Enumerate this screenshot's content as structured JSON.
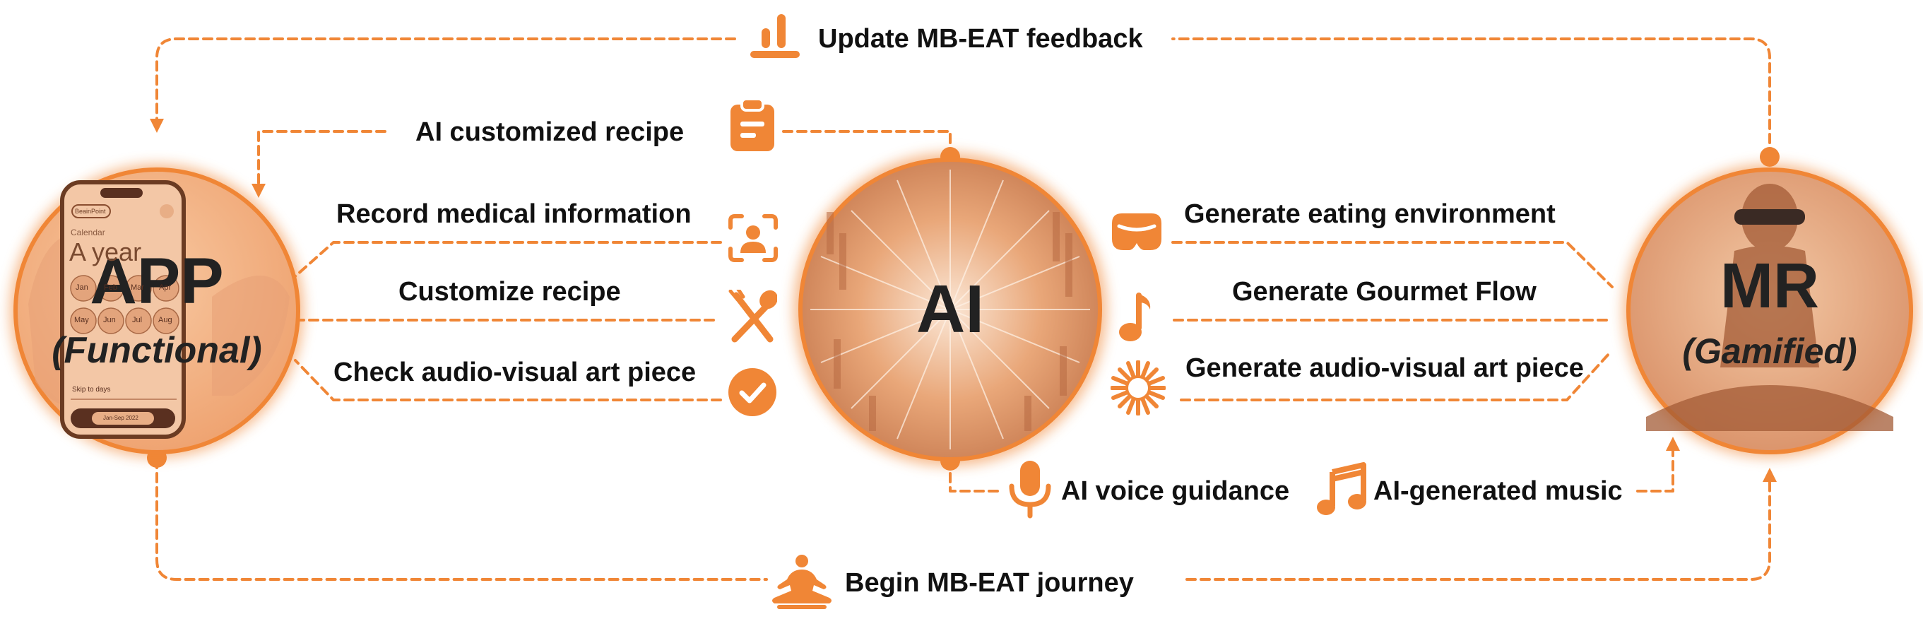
{
  "accent": "#F08636",
  "nodes": {
    "app": {
      "title": "APP",
      "subtitle": "(Functional)"
    },
    "ai": {
      "title": "AI"
    },
    "mr": {
      "title": "MR",
      "subtitle": "(Gamified)"
    }
  },
  "phone": {
    "brand": "BeainPoint",
    "section": "Calendar",
    "heading": "A year",
    "months": [
      "Jan",
      "Feb",
      "Mar",
      "Apr",
      "May",
      "Jun",
      "Jul",
      "Aug"
    ],
    "skip": "Skip to days",
    "range": "Jan-Sep 2022"
  },
  "flows": {
    "update_feedback": "Update MB-EAT feedback",
    "ai_recipe": "AI customized recipe",
    "record_medical": "Record medical information",
    "customize_recipe": "Customize recipe",
    "check_art": "Check audio-visual art piece",
    "gen_environment": "Generate eating environment",
    "gen_gourmet": "Generate Gourmet Flow",
    "gen_art": "Generate audio-visual art piece",
    "voice_guidance": "AI voice guidance",
    "ai_music": "AI-generated music",
    "begin_journey": "Begin MB-EAT journey"
  },
  "icons": {
    "update_feedback": "bar-chart-icon",
    "ai_recipe": "clipboard-icon",
    "record_medical": "user-scan-icon",
    "customize_recipe": "fork-spoon-icon",
    "check_art": "check-circle-icon",
    "gen_environment": "mr-headset-icon",
    "gen_gourmet": "music-note-icon",
    "gen_art": "sun-burst-icon",
    "voice_guidance": "microphone-icon",
    "ai_music": "music-notes-icon",
    "begin_journey": "meditation-icon"
  }
}
